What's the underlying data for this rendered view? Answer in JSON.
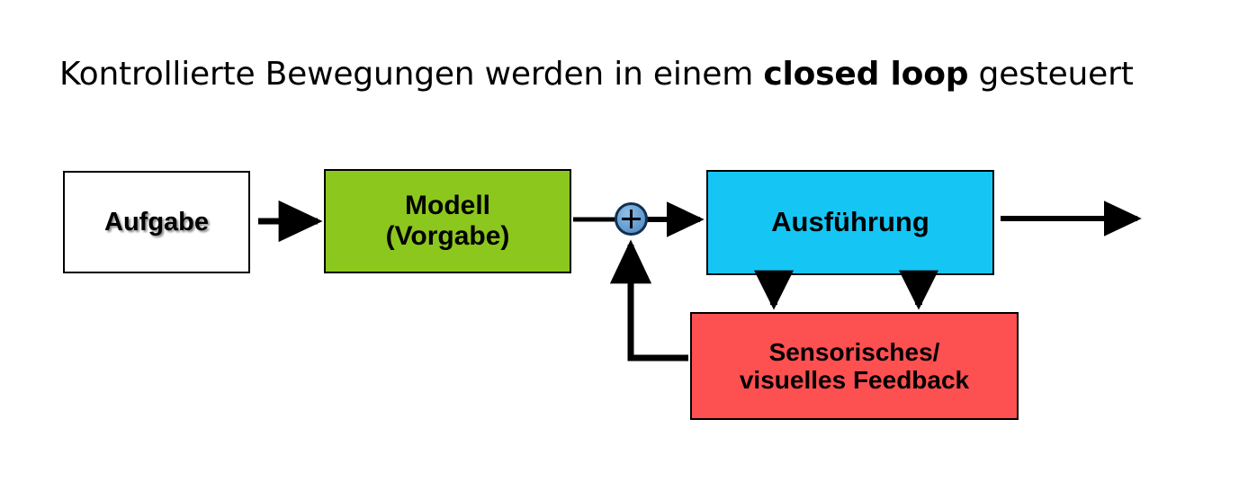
{
  "title": {
    "prefix": "Kontrollierte Bewegungen werden in einem ",
    "emphasis": "closed loop",
    "suffix": " gesteuert",
    "full_text": "Kontrollierte Bewegungen werden in einem closed loop gesteuert"
  },
  "diagram": {
    "type": "block-diagram",
    "description": "closed loop control diagram",
    "nodes": [
      {
        "id": "aufgabe",
        "label": "Aufgabe",
        "fill": "#FFFFFF",
        "border": "#000000",
        "text_color": "#000000"
      },
      {
        "id": "modell",
        "label_line1": "Modell",
        "label_line2": "(Vorgabe)",
        "fill": "#8CC71E",
        "border": "#000000",
        "text_color": "#000000"
      },
      {
        "id": "ausfuehrung",
        "label": "Ausführung",
        "fill": "#15C6F5",
        "border": "#000000",
        "text_color": "#000000"
      },
      {
        "id": "feedback",
        "label_line1": "Sensorisches/",
        "label_line2": "visuelles Feedback",
        "fill": "#FD5050",
        "border": "#000000",
        "text_color": "#000000"
      }
    ],
    "junction": {
      "id": "sum-junction",
      "symbol": "+",
      "fill": "#6BA3D6",
      "border": "#12304F"
    },
    "edges": [
      {
        "id": "aufgabe-to-modell",
        "from": "aufgabe",
        "to": "modell",
        "style": "arrow"
      },
      {
        "id": "modell-to-junction",
        "from": "modell",
        "to": "sum-junction",
        "style": "line"
      },
      {
        "id": "junction-to-ausfuehrung",
        "from": "sum-junction",
        "to": "ausfuehrung",
        "style": "arrow"
      },
      {
        "id": "ausfuehrung-output",
        "from": "ausfuehrung",
        "to": "output",
        "style": "arrow"
      },
      {
        "id": "ausfuehrung-to-feedback-left",
        "from": "ausfuehrung",
        "to": "feedback",
        "style": "arrow"
      },
      {
        "id": "ausfuehrung-to-feedback-right",
        "from": "ausfuehrung",
        "to": "feedback",
        "style": "arrow"
      },
      {
        "id": "feedback-to-junction",
        "from": "feedback",
        "to": "sum-junction",
        "style": "arrow"
      }
    ],
    "stroke_color": "#000000"
  }
}
